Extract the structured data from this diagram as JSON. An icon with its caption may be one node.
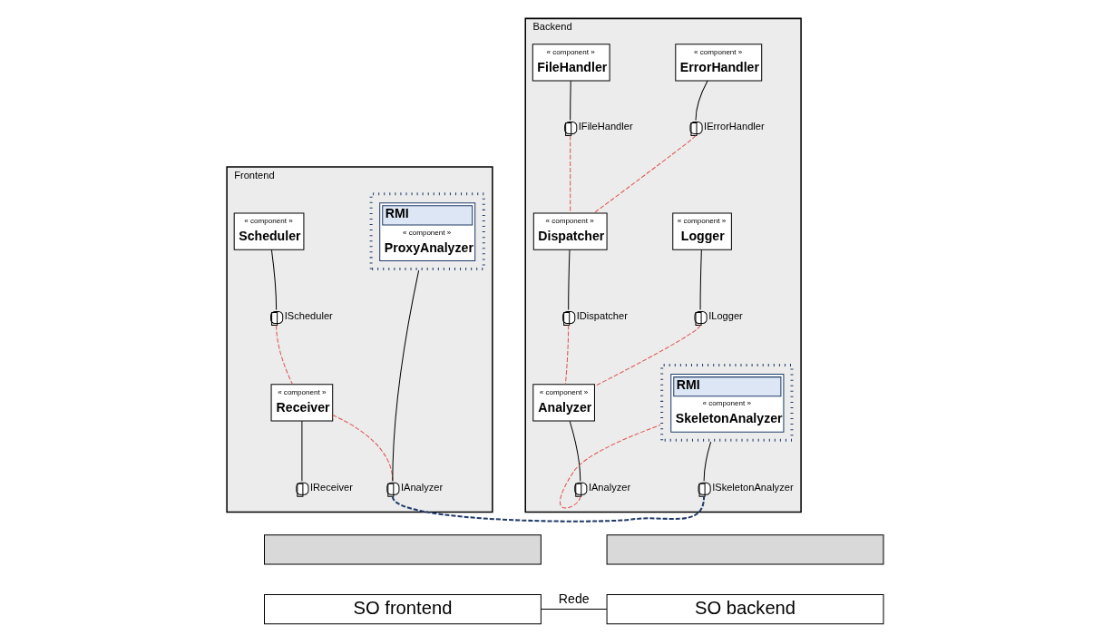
{
  "diagram": {
    "nodes": [
      {
        "text": [
          "Frontend"
        ]
      },
      {
        "text": [
          "« component »",
          "Scheduler"
        ],
        "in": 0
      },
      {
        "text": [],
        "shape": "circle",
        "beside": [
          "IScheduler"
        ],
        "in": 0
      },
      {
        "text": [
          "« component »",
          "Receiver"
        ],
        "in": 0
      },
      {
        "text": [],
        "shape": "circle",
        "beside": [
          "IReceiver"
        ],
        "in": 0
      },
      {
        "text": [
          "RMI",
          "« component »",
          "ProxyAnalyzer"
        ],
        "in": 0
      },
      {
        "text": [],
        "shape": "circle",
        "beside": [
          "IAnalyzer"
        ],
        "in": 0
      },
      {
        "text": [
          "Backend"
        ]
      },
      {
        "text": [
          "« component »",
          "FileHandler"
        ],
        "in": 7
      },
      {
        "text": [
          "« component »",
          "ErrorHandler"
        ],
        "in": 7
      },
      {
        "text": [],
        "shape": "circle",
        "beside": [
          "IFileHandler"
        ],
        "in": 7
      },
      {
        "text": [],
        "shape": "circle",
        "beside": [
          "IErrorHandler"
        ],
        "in": 7
      },
      {
        "text": [
          "« component »",
          "Logger"
        ],
        "in": 7
      },
      {
        "text": [],
        "shape": "circle",
        "beside": [
          "ILogger"
        ],
        "in": 7
      },
      {
        "text": [
          "« component »",
          "Dispatcher"
        ],
        "in": 7
      },
      {
        "text": [],
        "shape": "circle",
        "beside": [
          "IDispatcher"
        ],
        "in": 7
      },
      {
        "text": [
          "« component »",
          "Analyzer"
        ],
        "in": 7
      },
      {
        "text": [],
        "shape": "circle",
        "beside": [
          "IAnalyzer"
        ],
        "in": 7
      },
      {
        "text": [
          "RMI",
          "« component »",
          "SkeletonAnalyzer"
        ],
        "in": 7
      },
      {
        "text": [],
        "shape": "circle",
        "beside": [
          "ISkeletonAnalyzer"
        ],
        "in": 7
      },
      {
        "text": [],
        "shape": "bar"
      },
      {
        "text": [
          "SO frontend"
        ]
      },
      {
        "text": [],
        "shape": "bar"
      },
      {
        "text": [
          "SO backend"
        ]
      }
    ],
    "edges": [
      {
        "from": 1,
        "to": 2,
        "arrow": "none"
      },
      {
        "from": 2,
        "to": 3,
        "arrow": "none",
        "style": "dashed",
        "color": "#e05050"
      },
      {
        "from": 3,
        "to": 4,
        "arrow": "none"
      },
      {
        "from": 5,
        "to": 6,
        "arrow": "none"
      },
      {
        "from": 3,
        "to": 6,
        "arrow": "none",
        "style": "dashed",
        "color": "#e05050"
      },
      {
        "from": 8,
        "to": 10,
        "arrow": "none"
      },
      {
        "from": 9,
        "to": 11,
        "arrow": "none"
      },
      {
        "from": 10,
        "to": 14,
        "arrow": "none",
        "style": "dashed",
        "color": "#e05050"
      },
      {
        "from": 11,
        "to": 14,
        "arrow": "none",
        "style": "dashed",
        "color": "#e05050"
      },
      {
        "from": 12,
        "to": 13,
        "arrow": "none"
      },
      {
        "from": 13,
        "to": 16,
        "arrow": "none",
        "style": "dashed",
        "color": "#e05050"
      },
      {
        "from": 14,
        "to": 15,
        "arrow": "none"
      },
      {
        "from": 15,
        "to": 16,
        "arrow": "none",
        "style": "dashed",
        "color": "#e05050"
      },
      {
        "from": 16,
        "to": 17,
        "arrow": "none"
      },
      {
        "from": 17,
        "to": 18,
        "arrow": "none",
        "style": "dashed",
        "color": "#e05050"
      },
      {
        "from": 18,
        "to": 19,
        "arrow": "none"
      },
      {
        "from": 6,
        "to": 19,
        "arrow": "none",
        "style": "dashed",
        "color": "#1f3a68"
      },
      {
        "from": 21,
        "to": 23,
        "arrow": "none",
        "label": "Rede"
      }
    ]
  }
}
